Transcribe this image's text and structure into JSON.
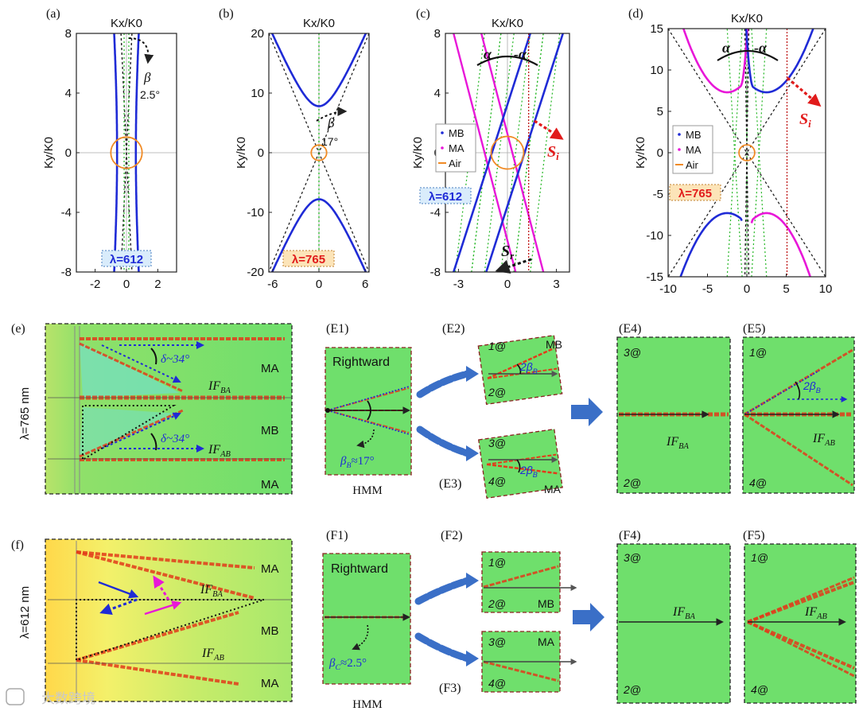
{
  "panel_labels": {
    "a": "(a)",
    "b": "(b)",
    "c": "(c)",
    "d": "(d)",
    "e": "(e)",
    "f": "(f)",
    "E1": "(E1)",
    "E2": "(E2)",
    "E3": "(E3)",
    "E4": "(E4)",
    "E5": "(E5)",
    "F1": "(F1)",
    "F2": "(F2)",
    "F3": "(F3)",
    "F4": "(F4)",
    "F5": "(F5)"
  },
  "axes": {
    "x": "Kx/K0",
    "y": "Ky/K0"
  },
  "colors": {
    "MB": "#1f2bd6",
    "MA": "#e817d8",
    "Air": "#f08a24",
    "iso_green": "#22b622",
    "asym": "#222222",
    "si_red": "#e11b1b",
    "field_green": "#6fdf6c",
    "beam": "#e23b1a",
    "lambda_blue_box": "#d9ecfb",
    "lambda_orange_box": "#fce4b8"
  },
  "ticks": {
    "a": {
      "x": [
        "-2",
        "0",
        "2"
      ],
      "y": [
        "8",
        "4",
        "0",
        "-4",
        "-8"
      ]
    },
    "b": {
      "x": [
        "-6",
        "0",
        "6"
      ],
      "y": [
        "20",
        "10",
        "0",
        "-10",
        "-20"
      ]
    },
    "c": {
      "x": [
        "-3",
        "0",
        "3"
      ],
      "y": [
        "8",
        "4",
        "0",
        "-4",
        "-8"
      ]
    },
    "d": {
      "x": [
        "-10",
        "-5",
        "0",
        "5",
        "10"
      ],
      "y": [
        "15",
        "10",
        "5",
        "0",
        "-5",
        "-10",
        "-15"
      ]
    }
  },
  "annotations": {
    "beta_a": "β",
    "beta_a_val": "2.5°",
    "beta_b": "β",
    "beta_b_val": "17°",
    "alpha": "α",
    "neg_alpha": "-α",
    "si": "S",
    "si_sub": "i",
    "sr": "S",
    "sr_sub": "r",
    "lambda612": "λ=612",
    "lambda765": "λ=765"
  },
  "legend": {
    "MB": "MB",
    "MA": "MA",
    "Air": "Air"
  },
  "row_e": {
    "side": "λ=765 nm",
    "delta": "δ~34°",
    "IF_BA": "IF",
    "IF_BA_sub": "BA",
    "IF_AB": "IF",
    "IF_AB_sub": "AB",
    "MA": "MA",
    "MB": "MB",
    "rightward": "Rightward",
    "HMM": "HMM",
    "betaB": "β",
    "betaB_sub": "B",
    "betaB_val": "≈17°",
    "two_beta": "2β",
    "two_beta_sub": "B",
    "n1": "1@",
    "n2": "2@",
    "n3": "3@",
    "n4": "4@"
  },
  "row_f": {
    "side": "λ=612 nm",
    "IF_BA": "IF",
    "IF_BA_sub": "BA",
    "IF_AB": "IF",
    "IF_AB_sub": "AB",
    "MA": "MA",
    "MB": "MB",
    "rightward": "Rightward",
    "HMM": "HMM",
    "betaC": "β",
    "betaC_sub": "C",
    "betaC_val": "≈2.5°",
    "n1": "1@",
    "n2": "2@",
    "n3": "3@",
    "n4": "4@"
  },
  "watermark": "大数跨境"
}
